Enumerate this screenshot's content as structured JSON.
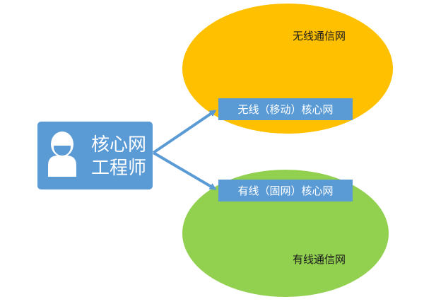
{
  "engineer": {
    "line1": "核心网",
    "line2": "工程师",
    "icon": "person-icon"
  },
  "wireless": {
    "network_label": "无线通信网",
    "core_label": "无线（移动）核心网"
  },
  "wired": {
    "network_label": "有线通信网",
    "core_label": "有线（固网）核心网"
  },
  "colors": {
    "wireless_fill": "#FFC000",
    "wired_fill": "#92D050",
    "box_fill": "#5B9BD5",
    "arrow": "#5B9BD5"
  }
}
